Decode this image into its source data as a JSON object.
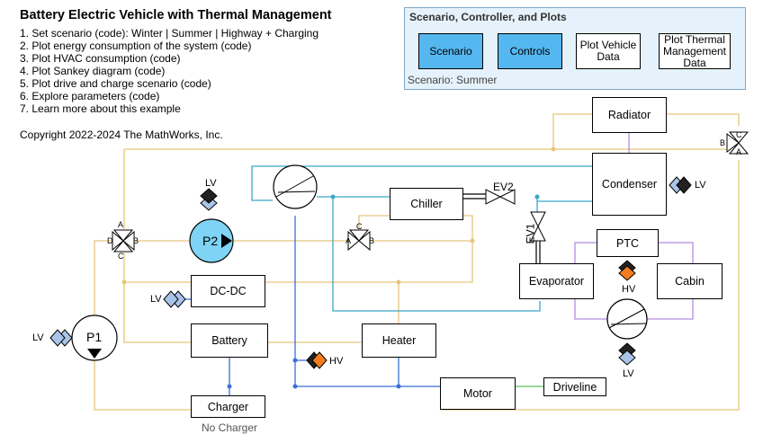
{
  "header": {
    "title": "Battery Electric Vehicle with Thermal Management",
    "steps": [
      "1. Set scenario (code): Winter | Summer | Highway + Charging",
      "2. Plot energy consumption of the system (code)",
      "3. Plot HVAC consumption (code)",
      "4. Plot Sankey diagram (code)",
      "5. Plot drive and charge scenario (code)",
      "6. Explore parameters (code)",
      "7. Learn more about this example"
    ],
    "copyright": "Copyright 2022-2024 The MathWorks, Inc."
  },
  "panel": {
    "title": "Scenario, Controller, and Plots",
    "buttons": {
      "scenario": "Scenario",
      "controls": "Controls",
      "plot_vehicle": "Plot Vehicle Data",
      "plot_thermal": "Plot Thermal Management Data"
    },
    "footer": "Scenario: Summer"
  },
  "blocks": {
    "radiator": "Radiator",
    "condenser": "Condenser",
    "chiller": "Chiller",
    "evaporator": "Evaporator",
    "ptc": "PTC",
    "cabin": "Cabin",
    "dcdc": "DC-DC",
    "battery": "Battery",
    "heater": "Heater",
    "motor": "Motor",
    "driveline": "Driveline",
    "charger": "Charger"
  },
  "labels": {
    "charger_status": "No Charger",
    "pump1": "P1",
    "pump2": "P2",
    "ev1": "EV1",
    "ev2": "EV2",
    "lv": "LV",
    "hv": "HV",
    "port_a": "A",
    "port_b": "B",
    "port_c": "C",
    "port_d": "D"
  },
  "colors": {
    "coolant": "#e6c57a",
    "refrigerant": "#3aa7c9",
    "electrical": "#3a6fd8",
    "air": "#b48be0",
    "mechanical": "#5cbf5c",
    "scenario_button": "#55b7f0",
    "hv_port": "#f47b20",
    "lv_port": "#a9c4e8"
  }
}
